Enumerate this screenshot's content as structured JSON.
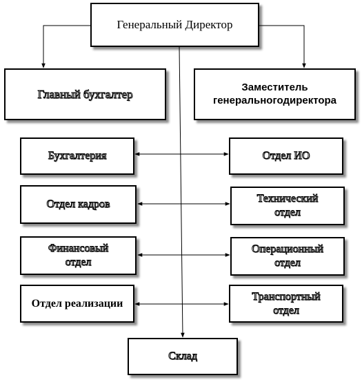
{
  "nodes": {
    "director": {
      "label": "Генеральный Директор"
    },
    "chief_accountant": {
      "label": "Главный бухгалтер"
    },
    "deputy": {
      "label": "Заместитель генеральногодиректора"
    },
    "accounting": {
      "label": "Бухгалтерия"
    },
    "it_department": {
      "label": "Отдел ИО"
    },
    "hr_department": {
      "label": "Отдел кадров"
    },
    "technical_department": {
      "label": "Технический отдел"
    },
    "finance_department": {
      "label": "Финансовый отдел"
    },
    "operations_department": {
      "label": "Операционный отдел"
    },
    "sales_department": {
      "label": "Отдел реализации"
    },
    "transport_department": {
      "label": "Транспортный отдел"
    },
    "warehouse": {
      "label": "Склад"
    }
  },
  "edges": [
    {
      "from": "director",
      "to": "chief_accountant",
      "type": "arrow"
    },
    {
      "from": "director",
      "to": "deputy",
      "type": "arrow"
    },
    {
      "from": "director",
      "to": "warehouse",
      "type": "arrow"
    },
    {
      "from": "accounting",
      "to": "it_department",
      "type": "bidirectional"
    },
    {
      "from": "hr_department",
      "to": "technical_department",
      "type": "bidirectional"
    },
    {
      "from": "finance_department",
      "to": "operations_department",
      "type": "bidirectional"
    },
    {
      "from": "sales_department",
      "to": "transport_department",
      "type": "bidirectional"
    }
  ]
}
